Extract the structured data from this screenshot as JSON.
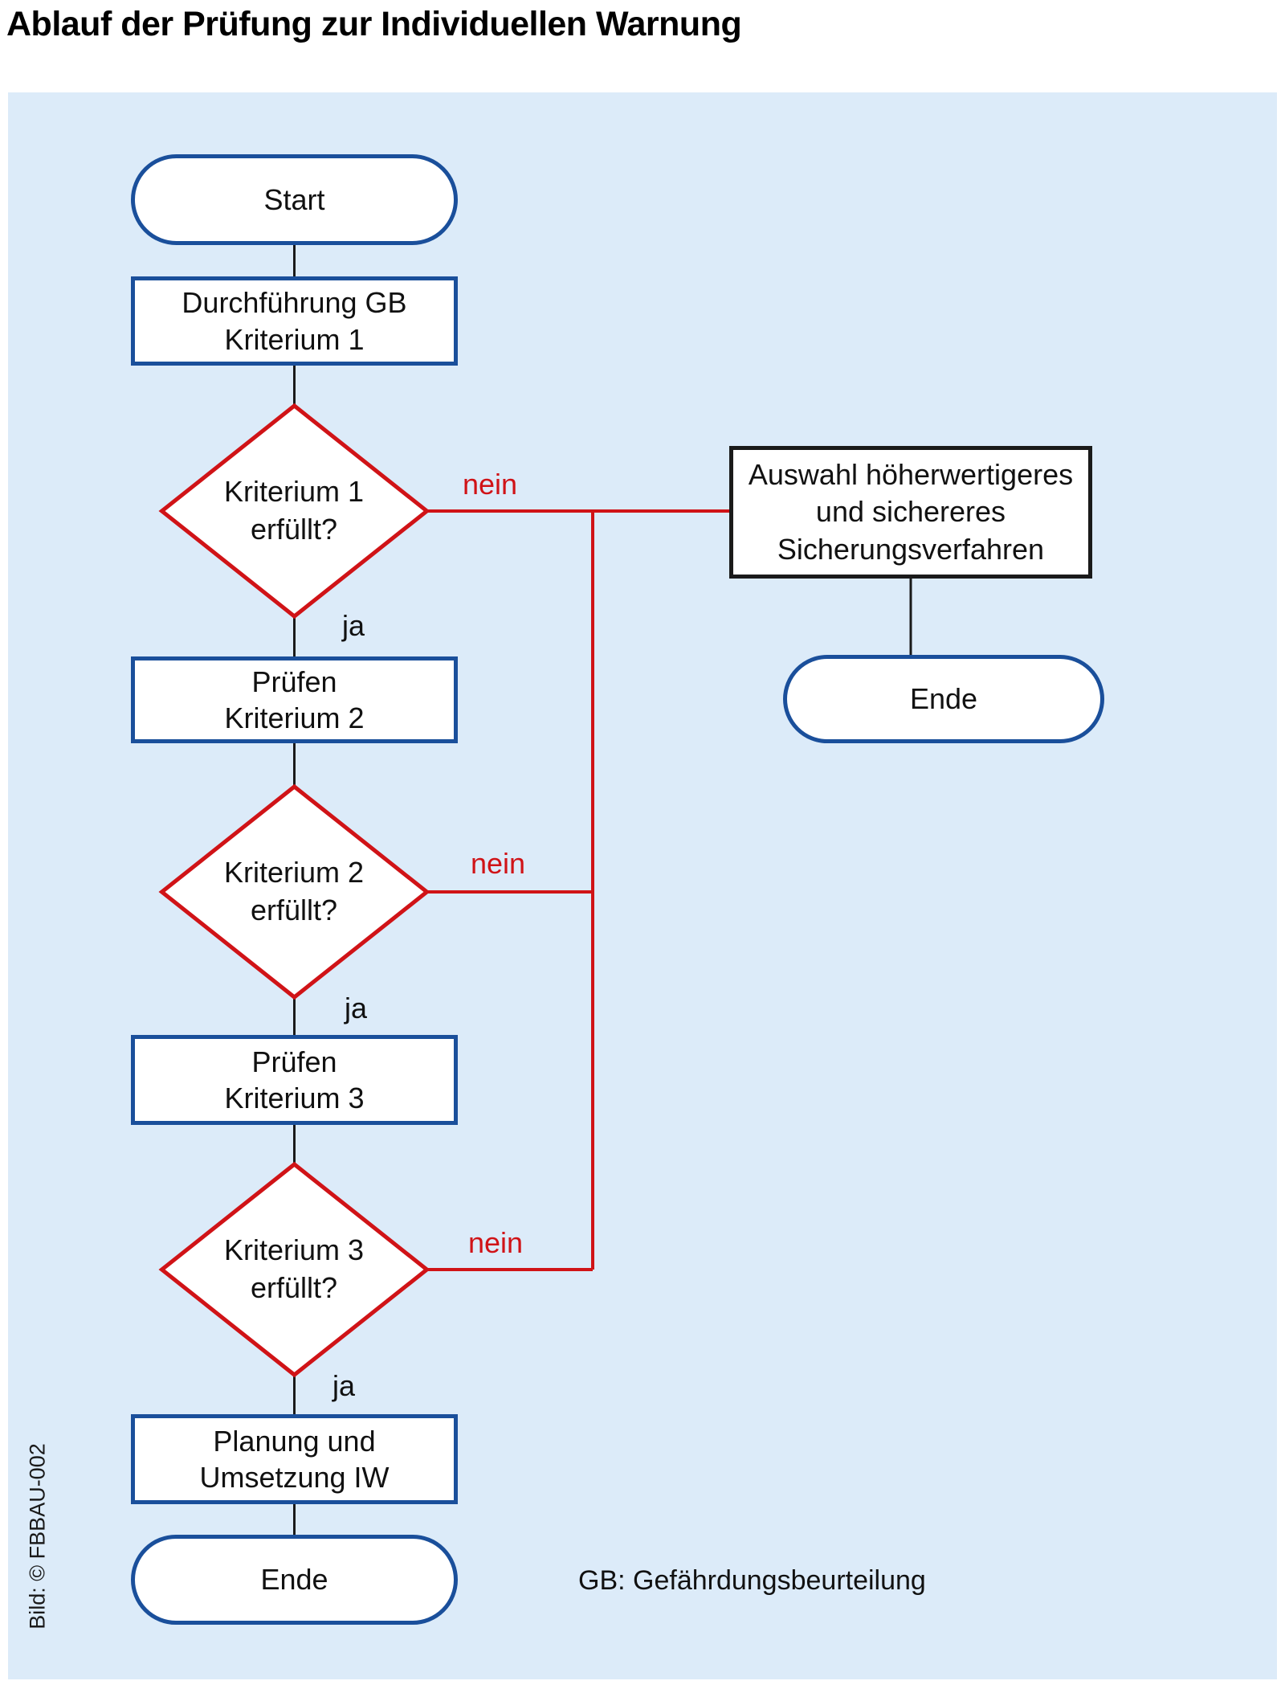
{
  "title": "Ablauf der Prüfung zur Individuellen Warnung",
  "credit": "Bild: © FBBAU-002",
  "legend": "GB: Gefährdungsbeurteilung",
  "labels": {
    "yes": "ja",
    "no": "nein"
  },
  "colors": {
    "panel_bg": "#dcebf9",
    "process_border_blue": "#1a4f9b",
    "decision_red": "#d01317",
    "alt_process_border_black": "#1a1a1a"
  },
  "nodes": {
    "start": {
      "label": "Start"
    },
    "durchfuehrung_gb": {
      "line1": "Durchführung GB",
      "line2": "Kriterium 1"
    },
    "kriterium1": {
      "line1": "Kriterium 1",
      "line2": "erfüllt?"
    },
    "pruefen_kriterium2": {
      "line1": "Prüfen",
      "line2": "Kriterium 2"
    },
    "kriterium2": {
      "line1": "Kriterium 2",
      "line2": "erfüllt?"
    },
    "pruefen_kriterium3": {
      "line1": "Prüfen",
      "line2": "Kriterium 3"
    },
    "kriterium3": {
      "line1": "Kriterium 3",
      "line2": "erfüllt?"
    },
    "planung_umsetzung": {
      "line1": "Planung und",
      "line2": "Umsetzung IW"
    },
    "ende_links": {
      "label": "Ende"
    },
    "auswahl": {
      "line1": "Auswahl höherwertigeres",
      "line2": "und sichereres",
      "line3": "Sicherungsverfahren"
    },
    "ende_rechts": {
      "label": "Ende"
    }
  }
}
